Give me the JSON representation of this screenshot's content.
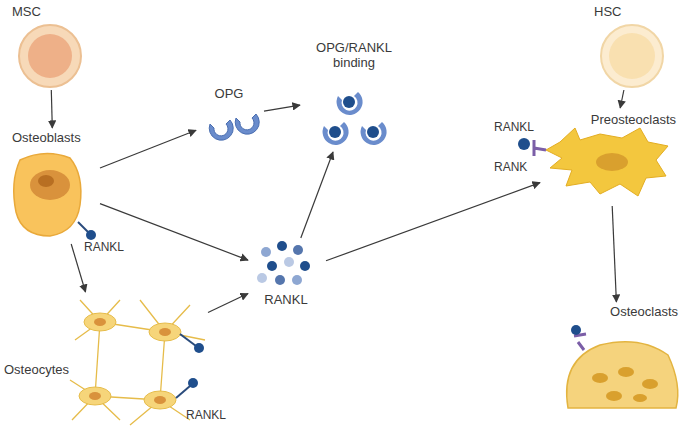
{
  "diagram": {
    "nodes": [
      {
        "text": [
          "MSC"
        ]
      },
      {
        "text": [
          "Osteoblasts"
        ]
      },
      {
        "text": [
          "Osteocytes"
        ]
      },
      {
        "text": [
          "OPG"
        ]
      },
      {
        "text": [
          "RANKL"
        ]
      },
      {
        "text": [
          "OPG/RANKL binding"
        ]
      },
      {
        "text": [
          "HSC"
        ]
      },
      {
        "text": [
          "Preosteoclasts"
        ]
      },
      {
        "text": [
          "Osteoclasts"
        ]
      }
    ],
    "edges": [
      {
        "from": 0,
        "to": 1,
        "arrow": "to"
      },
      {
        "from": 1,
        "to": 3,
        "arrow": "to"
      },
      {
        "from": 1,
        "to": 4,
        "arrow": "to"
      },
      {
        "from": 1,
        "to": 2,
        "arrow": "to"
      },
      {
        "from": 2,
        "to": 4,
        "arrow": "to"
      },
      {
        "from": 3,
        "to": 5,
        "arrow": "to"
      },
      {
        "from": 4,
        "to": 5,
        "arrow": "to"
      },
      {
        "from": 4,
        "to": 7,
        "arrow": "to"
      },
      {
        "from": 6,
        "to": 7,
        "arrow": "to"
      },
      {
        "from": 7,
        "to": 8,
        "arrow": "to"
      }
    ],
    "labels": [
      "RANKL",
      "RANKL",
      "RANKL",
      "RANK"
    ]
  }
}
